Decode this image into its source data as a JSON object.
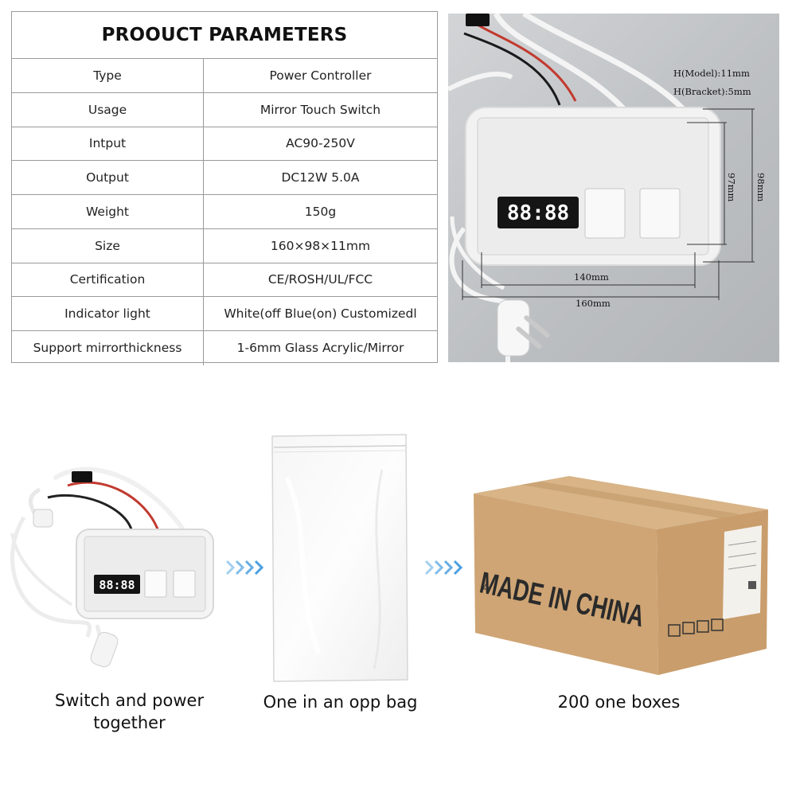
{
  "params": {
    "title": "PROOUCT PARAMETERS",
    "rows": [
      {
        "key": "Type",
        "value": "Power Controller"
      },
      {
        "key": "Usage",
        "value": "Mirror Touch Switch"
      },
      {
        "key": "Intput",
        "value": "AC90-250V"
      },
      {
        "key": "Output",
        "value": "DC12W 5.0A"
      },
      {
        "key": "Weight",
        "value": "150g"
      },
      {
        "key": "Size",
        "value": "160×98×11mm"
      },
      {
        "key": "Certification",
        "value": "CE/ROSH/UL/FCC"
      },
      {
        "key": "Indicator light",
        "value": "White(off Blue(on) Customizedl"
      },
      {
        "key": "Support mirrorthickness",
        "value": "1-6mm Glass Acrylic/Mirror"
      }
    ]
  },
  "photo": {
    "h_model": "H(Model):11mm",
    "h_bracket": "H(Bracket):5mm",
    "dim_97": "97mm",
    "dim_98": "98mm",
    "dim_140": "140mm",
    "dim_160": "160mm",
    "display_text": "88:88"
  },
  "flow": {
    "step1_caption_line1": "Switch and power",
    "step1_caption_line2": "together",
    "step2_caption": "One in an opp bag",
    "step3_caption": "200 one boxes",
    "box_print": "MADE IN CHINA",
    "arrow_color": "#4a9fe0"
  }
}
